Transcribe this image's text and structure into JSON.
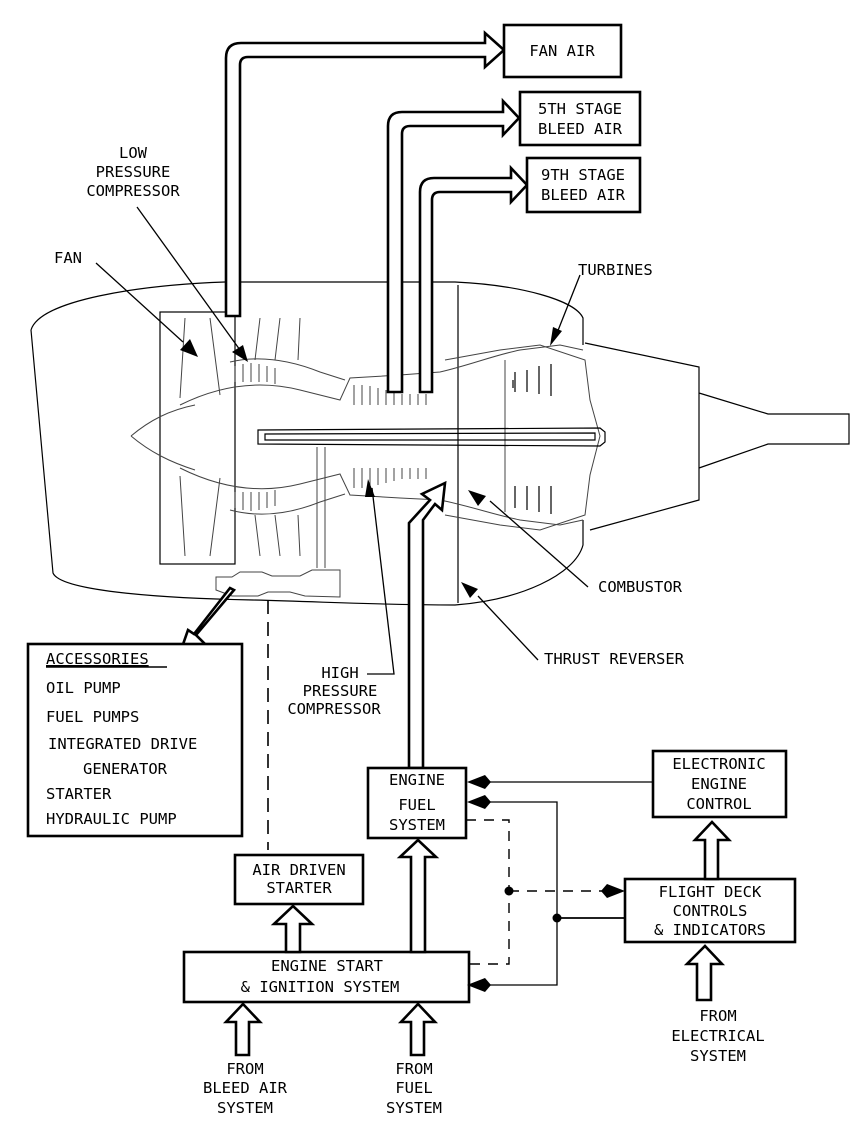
{
  "diagram": {
    "title": "Engine Systems Overview",
    "colors": {
      "ink": "#000000",
      "paper": "#ffffff",
      "engine_detail": "#444444"
    },
    "outputs": {
      "fan_air": [
        "FAN AIR"
      ],
      "fifth_stage": [
        "5TH STAGE",
        "BLEED AIR"
      ],
      "ninth_stage": [
        "9TH STAGE",
        "BLEED AIR"
      ]
    },
    "engine_labels": {
      "fan": [
        "FAN"
      ],
      "low_pressure_compressor": [
        "LOW",
        "PRESSURE",
        "COMPRESSOR"
      ],
      "turbines": [
        "TURBINES"
      ],
      "combustor": [
        "COMBUSTOR"
      ],
      "thrust_reverser": [
        "THRUST REVERSER"
      ],
      "high_pressure_compressor": [
        "HIGH",
        "PRESSURE",
        "COMPRESSOR"
      ]
    },
    "accessories": {
      "heading": "ACCESSORIES",
      "items": [
        "OIL PUMP",
        "FUEL PUMPS",
        "INTEGRATED DRIVE",
        "GENERATOR",
        "STARTER",
        "HYDRAULIC PUMP"
      ]
    },
    "blocks": {
      "engine_fuel_system": [
        "ENGINE",
        "FUEL",
        "SYSTEM"
      ],
      "electronic_engine_control": [
        "ELECTRONIC",
        "ENGINE",
        "CONTROL"
      ],
      "air_driven_starter": [
        "AIR DRIVEN",
        "STARTER"
      ],
      "flight_deck": [
        "FLIGHT DECK",
        "CONTROLS",
        "& INDICATORS"
      ],
      "engine_start_ignition": [
        "ENGINE START",
        "& IGNITION SYSTEM"
      ]
    },
    "sources": {
      "bleed_air": [
        "FROM",
        "BLEED AIR",
        "SYSTEM"
      ],
      "fuel": [
        "FROM",
        "FUEL",
        "SYSTEM"
      ],
      "electrical": [
        "FROM",
        "ELECTRICAL",
        "SYSTEM"
      ]
    }
  }
}
